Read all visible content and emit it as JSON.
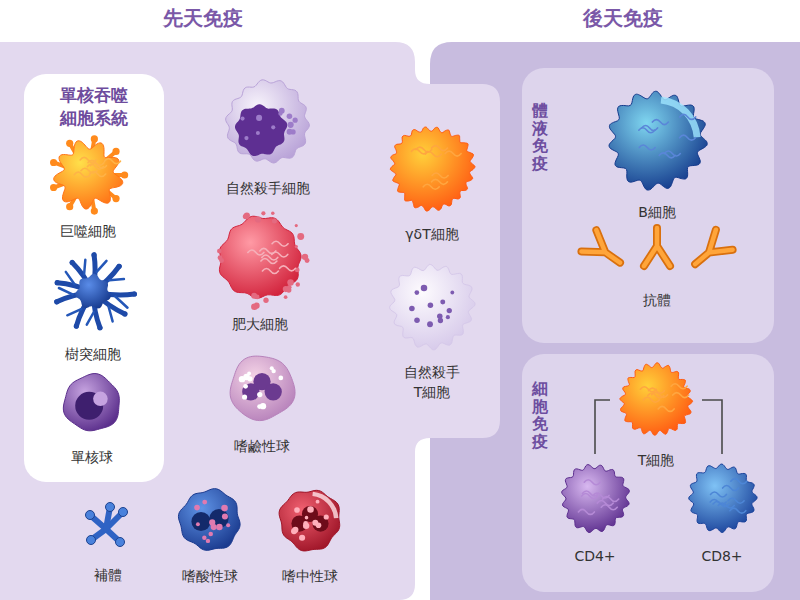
{
  "diagram": {
    "nodes": [
      {
        "text": [
          "先天免疫"
        ]
      },
      {
        "text": [
          "單核吞噬細胞系統"
        ],
        "in": 0
      },
      {
        "text": [
          "巨噬細胞"
        ],
        "in": 1
      },
      {
        "text": [
          "樹突細胞"
        ],
        "in": 1
      },
      {
        "text": [
          "單核球"
        ],
        "in": 1
      },
      {
        "text": [
          "自然殺手細胞"
        ],
        "in": 0
      },
      {
        "text": [
          "肥大細胞"
        ],
        "in": 0
      },
      {
        "text": [
          "嗜鹼性球"
        ],
        "in": 0
      },
      {
        "text": [
          "γδT細胞"
        ],
        "in": 0
      },
      {
        "text": [
          "自然殺手 T細胞"
        ],
        "in": 0
      },
      {
        "text": [
          "補體"
        ],
        "in": 0
      },
      {
        "text": [
          "嗜酸性球"
        ],
        "in": 0
      },
      {
        "text": [
          "嗜中性球"
        ],
        "in": 0
      },
      {
        "text": [
          "後天免疫"
        ]
      },
      {
        "text": [
          "體液免疫"
        ],
        "in": 13
      },
      {
        "text": [
          "B細胞"
        ],
        "in": 14
      },
      {
        "text": [
          "抗體"
        ],
        "in": 14
      },
      {
        "text": [
          "細胞免疫"
        ],
        "in": 13
      },
      {
        "text": [
          "T細胞"
        ],
        "in": 17
      },
      {
        "text": [
          "CD4+"
        ],
        "in": 17
      },
      {
        "text": [
          "CD8+"
        ],
        "in": 17
      }
    ],
    "edges": [
      {
        "from": 18,
        "to": 19,
        "arrow": "none"
      },
      {
        "from": 18,
        "to": 20,
        "arrow": "none"
      }
    ]
  }
}
